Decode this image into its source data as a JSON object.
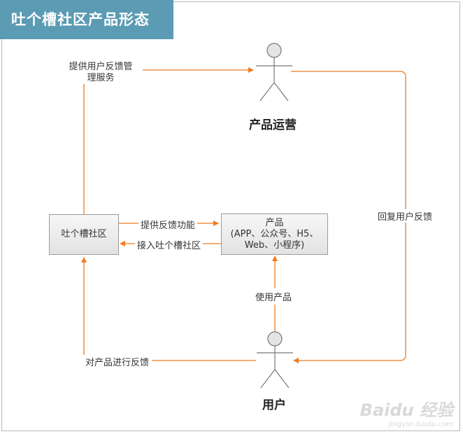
{
  "title": "吐个槽社区产品形态",
  "accent_color": "#f07a1e",
  "actors": {
    "operator": "产品运营",
    "user": "用户"
  },
  "nodes": {
    "community": "吐个槽社区",
    "product_line1": "产品",
    "product_line2": "(APP、公众号、H5、",
    "product_line3": "Web、小程序)"
  },
  "edges": {
    "provide_mgmt_line1": "提供用户反馈管",
    "provide_mgmt_line2": "理服务",
    "reply_feedback": "回复用户反馈",
    "provide_feedback_fn": "提供反馈功能",
    "integrate_community": "接入吐个槽社区",
    "use_product": "使用产品",
    "give_feedback": "对产品进行反馈"
  },
  "watermark": {
    "main": "Baidu 经验",
    "sub": "jingyan.baidu.com"
  }
}
